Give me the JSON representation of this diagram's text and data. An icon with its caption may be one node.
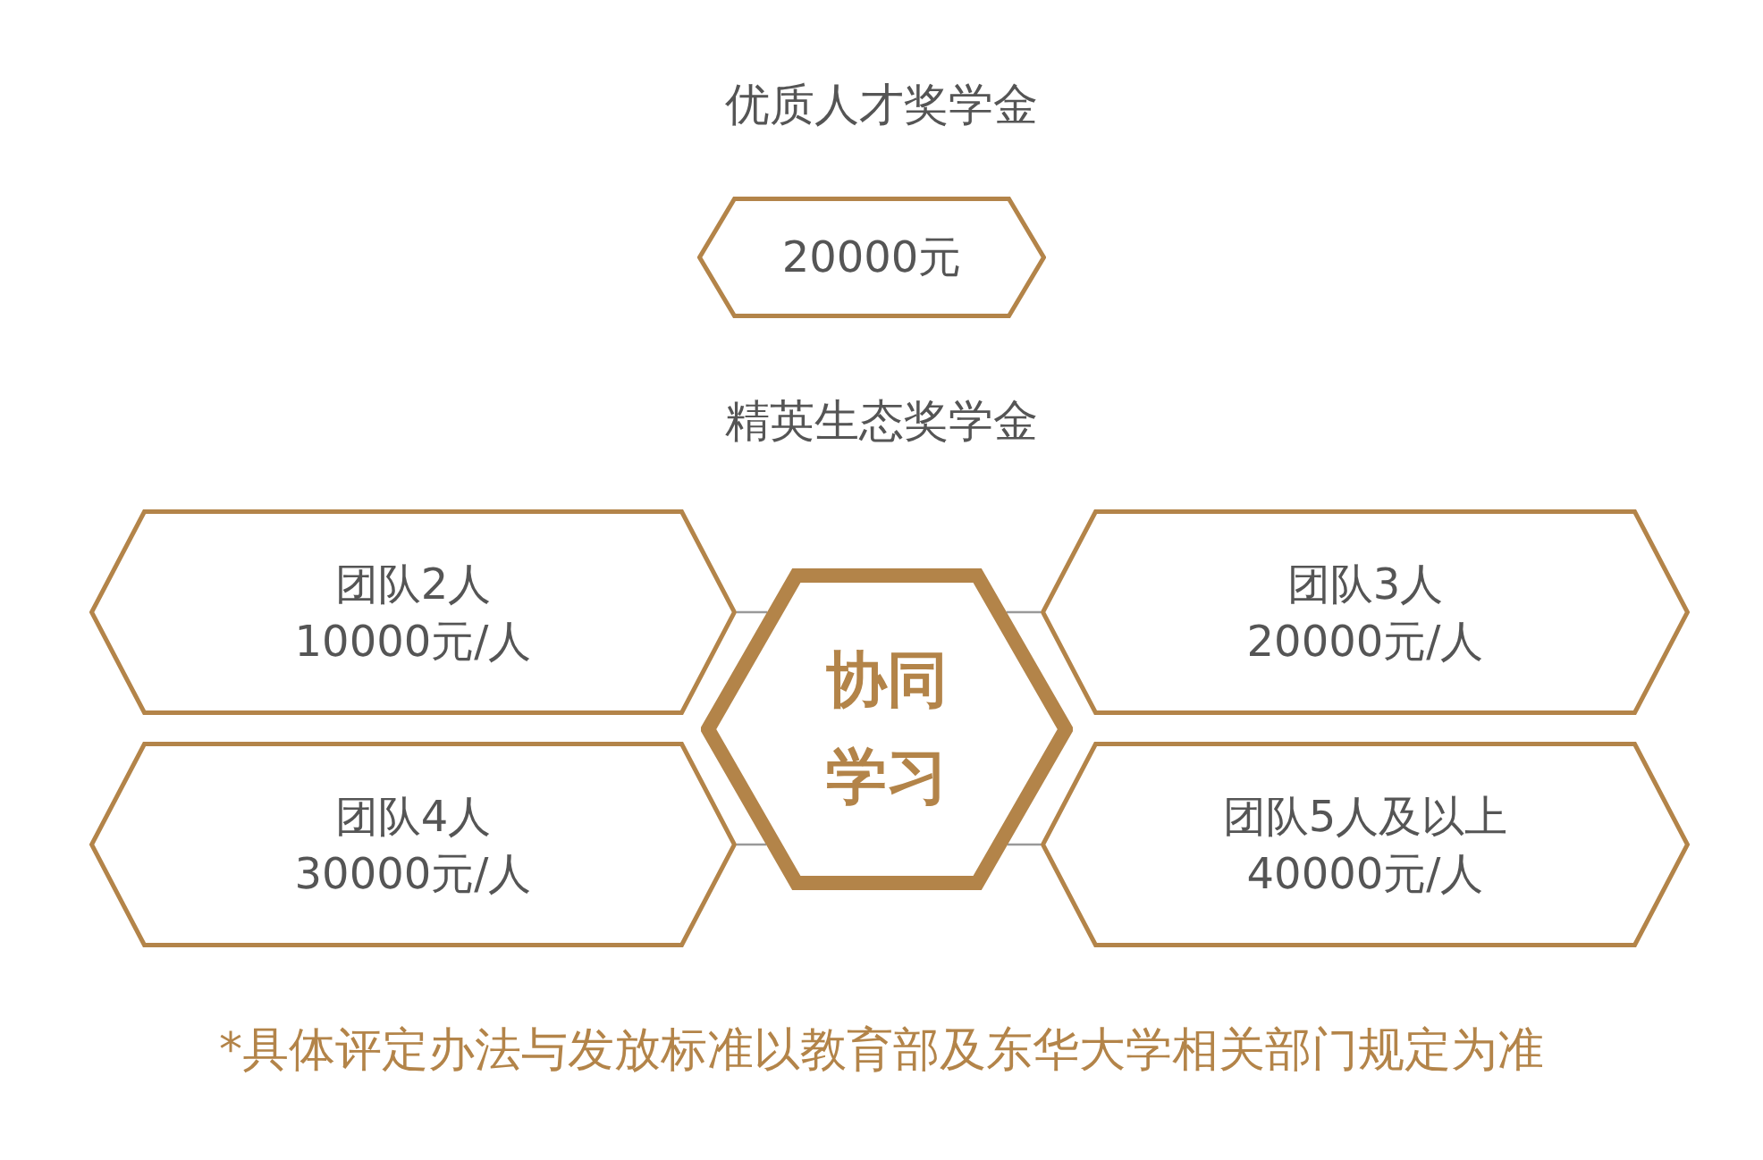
{
  "diagram": {
    "nodes": [
      {
        "text": [
          "20000元"
        ]
      },
      {
        "text": [
          "团队2人",
          "10000元/人"
        ]
      },
      {
        "text": [
          "协同学习"
        ]
      },
      {
        "text": [
          "团队3人",
          "20000元/人"
        ]
      },
      {
        "text": [
          "团队4人",
          "30000元/人"
        ]
      },
      {
        "text": [
          "团队5人及以上",
          "40000元/人"
        ]
      }
    ],
    "edges": [
      {
        "from": 1,
        "to": 2,
        "arrow": "none"
      },
      {
        "from": 3,
        "to": 2,
        "arrow": "none"
      },
      {
        "from": 4,
        "to": 2,
        "arrow": "none"
      },
      {
        "from": 5,
        "to": 2,
        "arrow": "none"
      }
    ],
    "labels": [
      "优质人才奖学金",
      "精英生态奖学金",
      "*具体评定办法与发放标准以教育部及东华大学相关部门规定为准"
    ]
  }
}
